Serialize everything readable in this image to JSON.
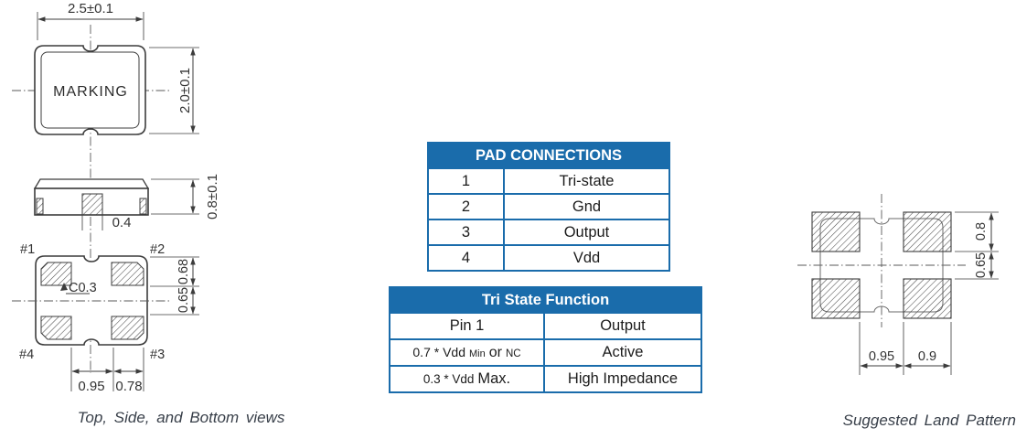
{
  "colors": {
    "table_blue": "#1a6cab",
    "line_gray": "#3c3c3c",
    "caption_gray": "#39404a"
  },
  "top_view": {
    "width_dim": "2.5±0.1",
    "height_dim": "2.0±0.1",
    "marking": "MARKING"
  },
  "side_view": {
    "height_dim": "0.8±0.1",
    "center_pad_dim": "0.4"
  },
  "bottom_view": {
    "pin1": "#1",
    "pin2": "#2",
    "pin3": "#3",
    "pin4": "#4",
    "chamfer": "C0.3",
    "dim_pad_height": "0.68",
    "dim_gap": "0.65",
    "dim_span": "0.95",
    "dim_pad_width": "0.78"
  },
  "captions": {
    "views": "Top, Side, and Bottom views",
    "land": "Suggested Land Pattern"
  },
  "pad_connections": {
    "title": "PAD CONNECTIONS",
    "rows": [
      {
        "pad": "1",
        "signal": "Tri-state"
      },
      {
        "pad": "2",
        "signal": "Gnd"
      },
      {
        "pad": "3",
        "signal": "Output"
      },
      {
        "pad": "4",
        "signal": "Vdd"
      }
    ]
  },
  "tri_state": {
    "title": "Tri State Function",
    "col1_header": "Pin 1",
    "col2_header": "Output",
    "row1": {
      "seg_a": "0.7 * Vdd",
      "seg_b": "Min",
      "seg_c": "or",
      "seg_d": "NC",
      "output": "Active"
    },
    "row2": {
      "seg_a": "0.3 * Vdd",
      "seg_b": "Max.",
      "output": "High Impedance"
    }
  },
  "land_pattern": {
    "dim_pad_height": "0.8",
    "dim_gap": "0.65",
    "dim_span": "0.95",
    "dim_pad_width": "0.9"
  }
}
